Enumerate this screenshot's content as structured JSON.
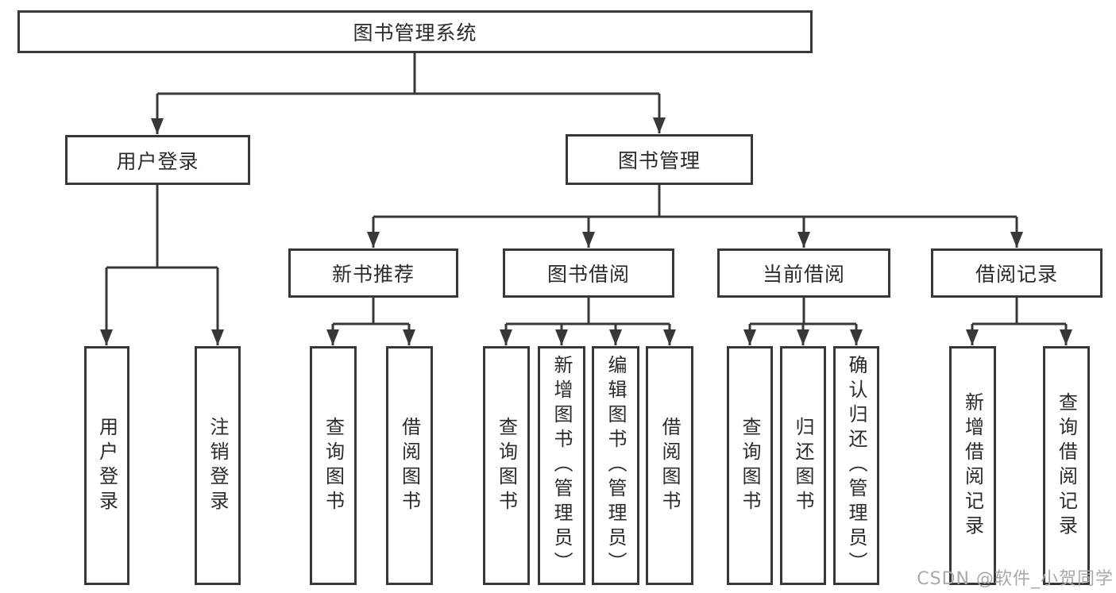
{
  "diagram_type": "hierarchy-tree",
  "tree": {
    "label": "图书管理系统",
    "children": [
      {
        "label": "用户登录",
        "children": [
          {
            "label": "用户登录"
          },
          {
            "label": "注销登录"
          }
        ]
      },
      {
        "label": "图书管理",
        "children": [
          {
            "label": "新书推荐",
            "children": [
              {
                "label": "查询图书"
              },
              {
                "label": "借阅图书"
              }
            ]
          },
          {
            "label": "图书借阅",
            "children": [
              {
                "label": "查询图书"
              },
              {
                "label": "新增图书（管理员）"
              },
              {
                "label": "编辑图书（管理员）"
              },
              {
                "label": "借阅图书"
              }
            ]
          },
          {
            "label": "当前借阅",
            "children": [
              {
                "label": "查询图书"
              },
              {
                "label": "归还图书"
              },
              {
                "label": "确认归还（管理员）"
              }
            ]
          },
          {
            "label": "借阅记录",
            "children": [
              {
                "label": "新增借阅记录"
              },
              {
                "label": "查询借阅记录"
              }
            ]
          }
        ]
      }
    ]
  },
  "watermark": {
    "text": "CSDN @软件_小贺同学"
  },
  "colors": {
    "line": "#383838",
    "box_border": "#383838",
    "text": "#2b2b2b",
    "watermark": "#a9a9a9",
    "background": "#ffffff"
  }
}
